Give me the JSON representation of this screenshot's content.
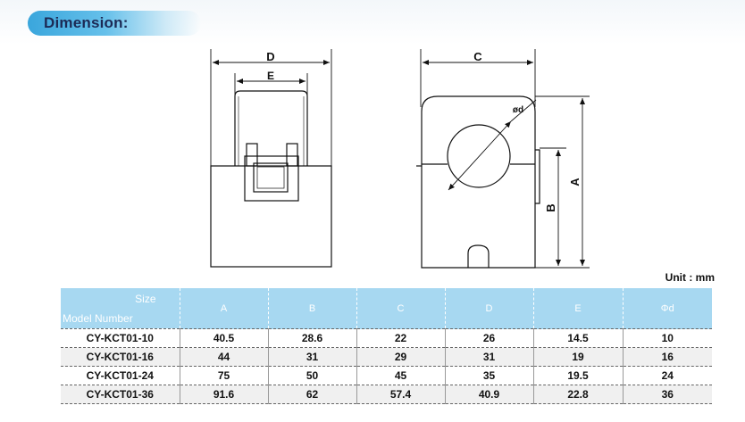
{
  "section": {
    "title": "Dimension:"
  },
  "drawing": {
    "front_view": {
      "outer_width_label": "D",
      "inner_width_label": "E"
    },
    "side_view": {
      "width_label": "C",
      "height_label": "A",
      "lower_height_label": "B",
      "hole_diameter_label": "ød"
    }
  },
  "unit": "Unit : mm",
  "table": {
    "corner_top": "Size",
    "corner_bottom": "Model Number",
    "headers": [
      "A",
      "B",
      "C",
      "D",
      "E",
      "Φd"
    ],
    "rows": [
      {
        "model": "CY-KCT01-10",
        "values": [
          "40.5",
          "28.6",
          "22",
          "26",
          "14.5",
          "10"
        ]
      },
      {
        "model": "CY-KCT01-16",
        "values": [
          "44",
          "31",
          "29",
          "31",
          "19",
          "16"
        ]
      },
      {
        "model": "CY-KCT01-24",
        "values": [
          "75",
          "50",
          "45",
          "35",
          "19.5",
          "24"
        ]
      },
      {
        "model": "CY-KCT01-36",
        "values": [
          "91.6",
          "62",
          "57.4",
          "40.9",
          "22.8",
          "36"
        ]
      }
    ]
  }
}
